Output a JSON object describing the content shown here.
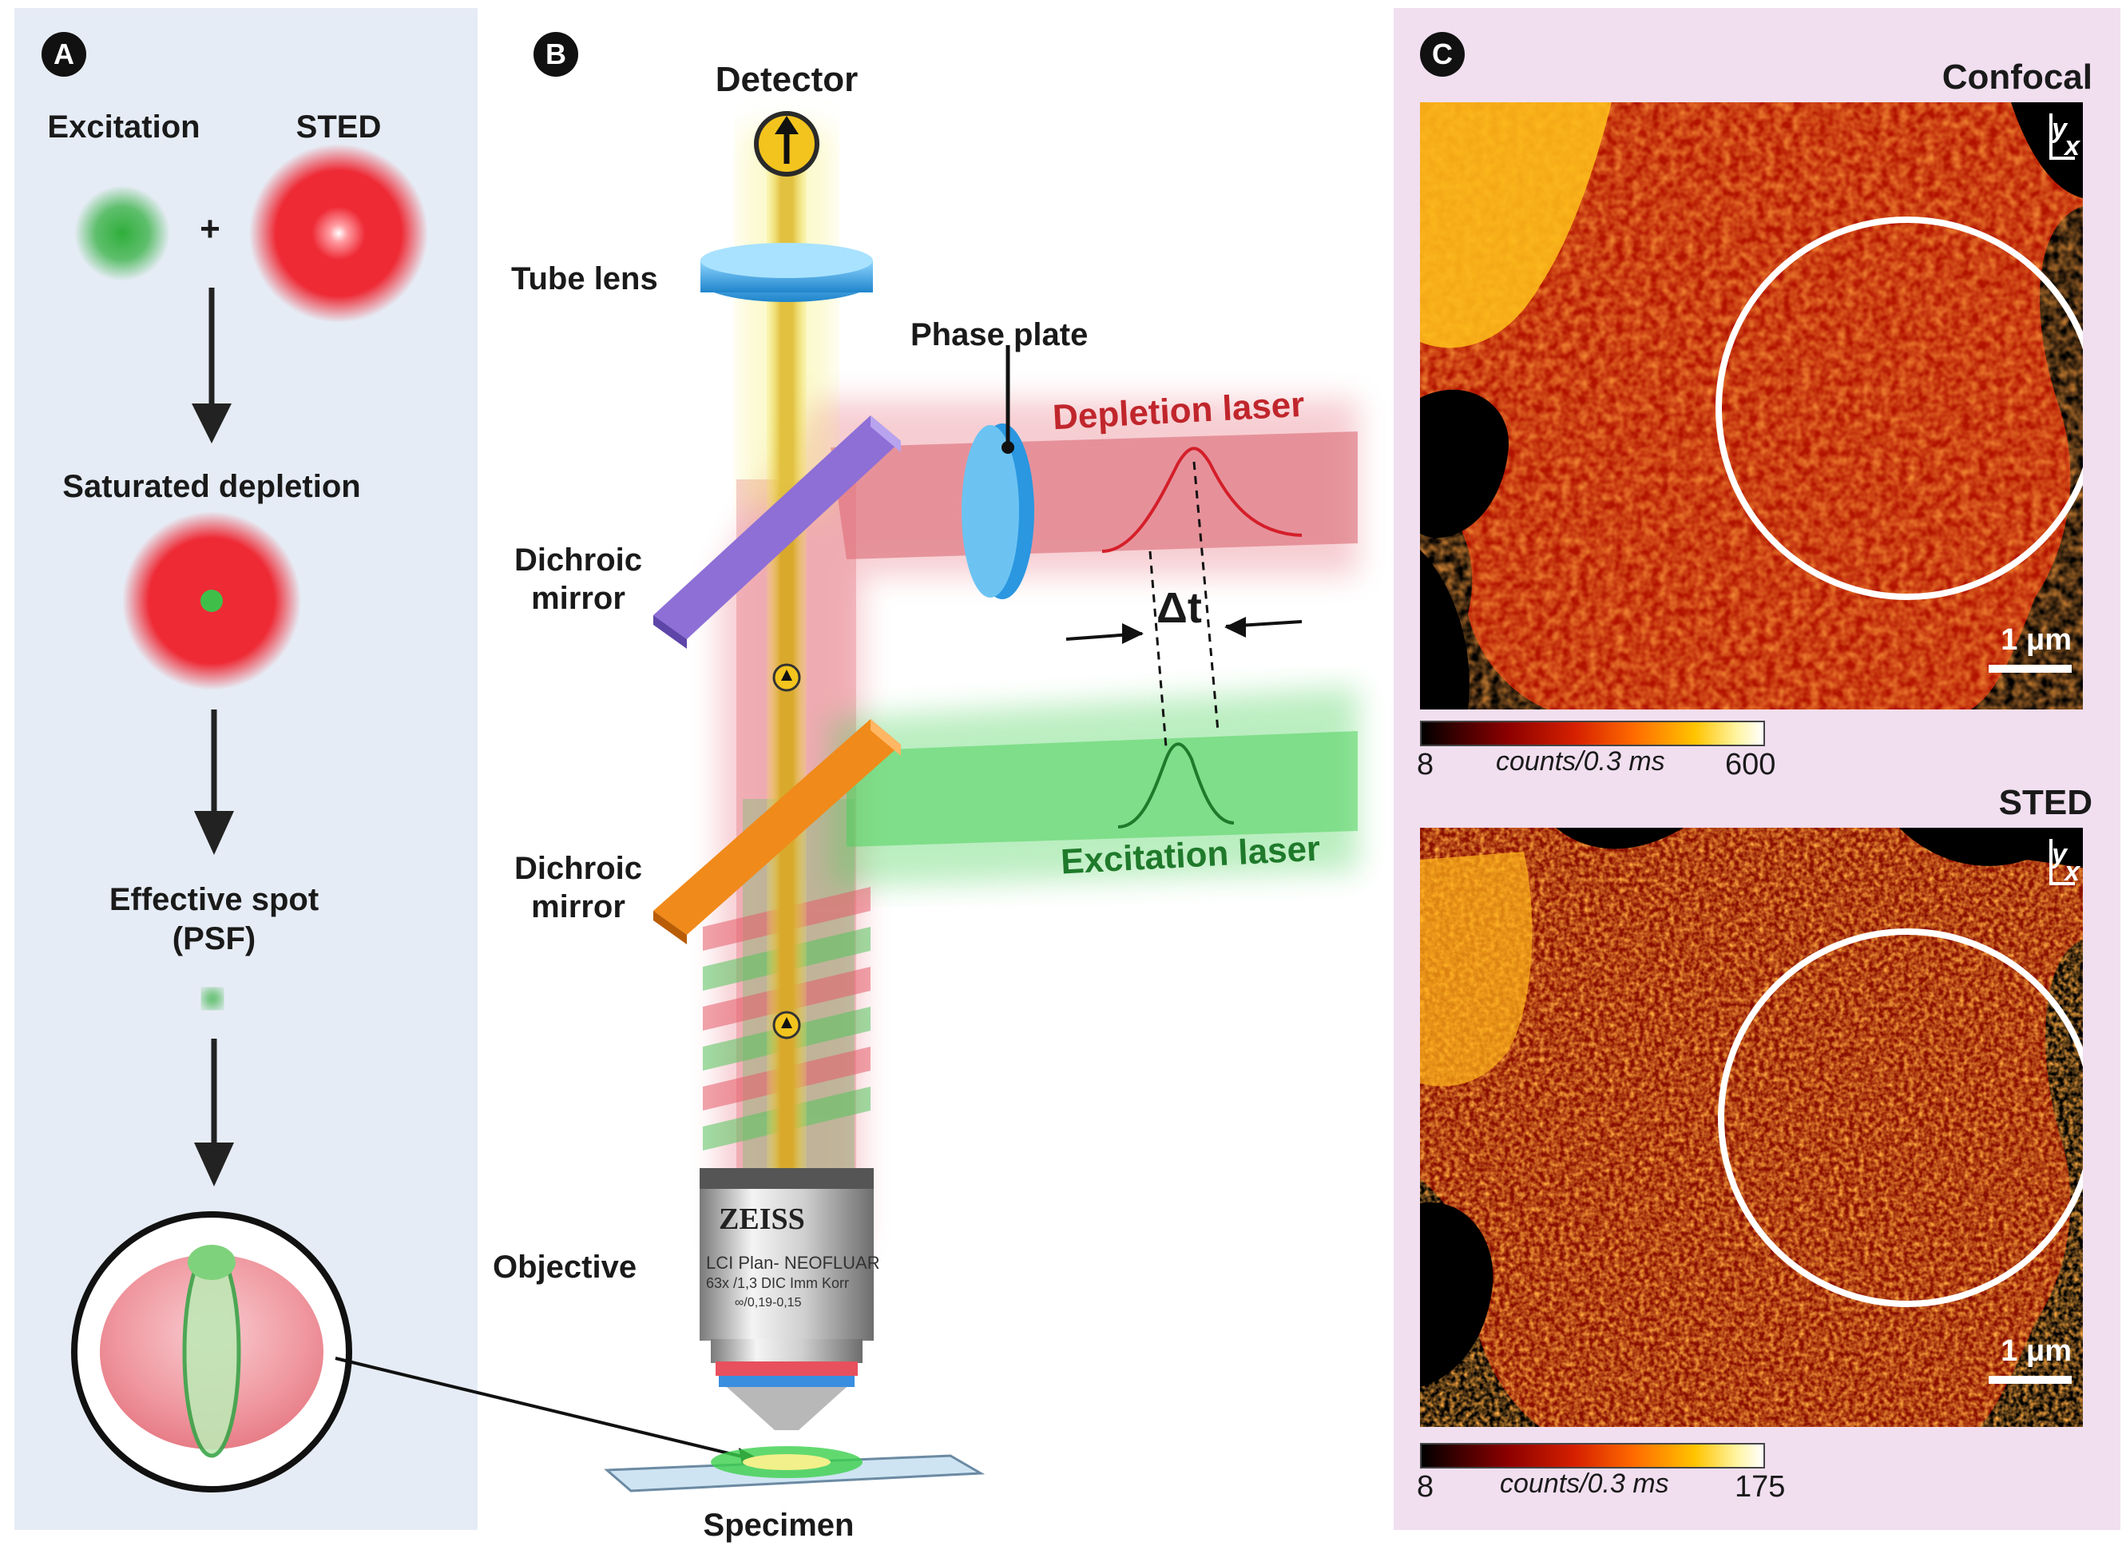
{
  "panels": {
    "a": {
      "badge": "A",
      "excitation": "Excitation",
      "sted": "STED",
      "plus": "+",
      "saturated": "Saturated depletion",
      "effective_line1": "Effective spot",
      "effective_line2": "(PSF)"
    },
    "b": {
      "badge": "B",
      "detector": "Detector",
      "tube_lens": "Tube lens",
      "phase_plate": "Phase plate",
      "depletion_laser": "Depletion laser",
      "dichroic1_line1": "Dichroic",
      "dichroic1_line2": "mirror",
      "dichroic2_line1": "Dichroic",
      "dichroic2_line2": "mirror",
      "delta_t": "Δt",
      "excitation_laser": "Excitation laser",
      "objective": "Objective",
      "specimen": "Specimen",
      "objective_text": {
        "brand": "ZEISS",
        "line1": "LCI Plan- NEOFLUAR",
        "line2": "63x /1,3 DIC Imm Korr",
        "line3": "∞/0,19-0,15"
      }
    },
    "c": {
      "badge": "C",
      "confocal": {
        "title": "Confocal",
        "axis_y": "y",
        "axis_x": "x",
        "scale": "1 μm",
        "cbar_min": "8",
        "cbar_unit": "counts/0.3 ms",
        "cbar_max": "600"
      },
      "sted": {
        "title": "STED",
        "axis_y": "y",
        "axis_x": "x",
        "scale": "1 μm",
        "cbar_min": "8",
        "cbar_unit": "counts/0.3 ms",
        "cbar_max": "175"
      }
    }
  },
  "colors": {
    "excitation_green": "#2fae3a",
    "depletion_red": "#e8323a",
    "detection_yellow": "#e2b62e",
    "dichroic_purple": "#8e6fd6",
    "dichroic_orange": "#f08a1a",
    "tube_lens_blue": "#37a6e6"
  }
}
